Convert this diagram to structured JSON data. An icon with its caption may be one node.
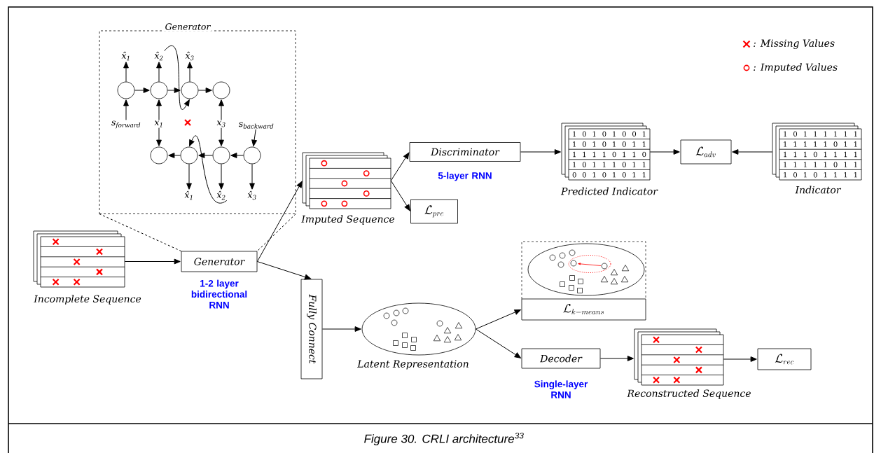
{
  "diagram": {
    "caption": "Figure 30. CRLI architecture$^{33}$",
    "nodes": [
      {
        "text": [],
        "shape": "box",
        "beside": [
          "Incomplete Sequence"
        ]
      },
      {
        "text": [
          "Generator"
        ],
        "beside": [
          "1-2 layer bidirectional RNN"
        ]
      },
      {
        "text": [],
        "shape": "box",
        "beside": [
          "Imputed Sequence"
        ]
      },
      {
        "text": [
          "Discriminator"
        ],
        "beside": [
          "5-layer RNN"
        ]
      },
      {
        "text": [
          "\\mathcal{L}_{pre}"
        ]
      },
      {
        "text": [
          "1 0 1 0 1 0 0 1",
          "1 0 1 0 1 0 1 1",
          "1 1 1 1 0 1 1 0",
          "1 0 1 1 1 0 1 1",
          "0 0 1 0 1 0 1 1"
        ],
        "beside": [
          "Predicted Indicator"
        ]
      },
      {
        "text": [
          "\\mathcal{L}_{adv}"
        ]
      },
      {
        "text": [
          "1 0 1 1 1 1 1 1",
          "1 1 1 1 1 0 1 1",
          "1 1 1 0 1 1 1 1",
          "1 1 1 1 1 0 1 1",
          "1 0 1 0 1 1 1 1"
        ],
        "beside": [
          "Indicator"
        ]
      },
      {
        "text": [
          "Fully Connect"
        ]
      },
      {
        "text": [],
        "shape": "ellipse",
        "beside": [
          "Latent Representation"
        ]
      },
      {
        "text": [
          "\\mathcal{L}_{k-means}"
        ]
      },
      {
        "text": [
          "Decoder"
        ],
        "beside": [
          "Single-layer RNN"
        ]
      },
      {
        "text": [],
        "shape": "box",
        "beside": [
          "Reconstructed Sequence"
        ]
      },
      {
        "text": [
          "\\mathcal{L}_{rec}"
        ]
      },
      {
        "text": [
          "Generator"
        ]
      },
      {
        "text": [],
        "shape": "circle",
        "in": 14
      },
      {
        "text": [],
        "shape": "circle",
        "in": 14
      },
      {
        "text": [],
        "shape": "circle",
        "in": 14
      },
      {
        "text": [],
        "shape": "circle",
        "in": 14
      },
      {
        "text": [],
        "shape": "circle",
        "in": 14
      },
      {
        "text": [],
        "shape": "circle",
        "in": 14
      },
      {
        "text": [],
        "shape": "circle",
        "in": 14
      },
      {
        "text": [],
        "shape": "circle",
        "in": 14
      },
      {
        "text": [
          "x̂$_{1}$"
        ],
        "in": 14
      },
      {
        "text": [
          "x̂$_{2}$"
        ],
        "in": 14
      },
      {
        "text": [
          "x̂$_{3}$"
        ],
        "in": 14
      },
      {
        "text": [
          "s$_{forward}$"
        ],
        "in": 14
      },
      {
        "text": [
          "x$_{1}$"
        ],
        "in": 14
      },
      {
        "text": [
          "x$_{3}$"
        ],
        "in": 14
      },
      {
        "text": [
          "s$_{backward}$"
        ],
        "in": 14
      },
      {
        "text": [
          "x̂$_{1}$"
        ],
        "in": 14
      },
      {
        "text": [
          "x̂$_{2}$"
        ],
        "in": 14
      },
      {
        "text": [
          "x̂$_{3}$"
        ],
        "in": 14
      }
    ],
    "edges": [
      {
        "from": 0,
        "to": 1,
        "arrow": "to"
      },
      {
        "from": 1,
        "to": 2,
        "arrow": "to"
      },
      {
        "from": 1,
        "to": 8,
        "arrow": "to"
      },
      {
        "from": 2,
        "to": 3,
        "arrow": "to"
      },
      {
        "from": 2,
        "to": 4,
        "arrow": "to"
      },
      {
        "from": 3,
        "to": 5,
        "arrow": "to"
      },
      {
        "from": 5,
        "to": 6,
        "arrow": "to"
      },
      {
        "from": 7,
        "to": 6,
        "arrow": "to"
      },
      {
        "from": 8,
        "to": 9,
        "arrow": "to"
      },
      {
        "from": 9,
        "to": 10,
        "arrow": "to"
      },
      {
        "from": 9,
        "to": 11,
        "arrow": "to"
      },
      {
        "from": 11,
        "to": 12,
        "arrow": "to"
      },
      {
        "from": 12,
        "to": 13,
        "arrow": "to"
      },
      {
        "from": 14,
        "to": 1,
        "arrow": "none",
        "style": "dashed"
      },
      {
        "from": 14,
        "to": 1,
        "arrow": "none",
        "style": "dashed"
      },
      {
        "from": 15,
        "to": 16,
        "arrow": "to"
      },
      {
        "from": 16,
        "to": 17,
        "arrow": "to"
      },
      {
        "from": 17,
        "to": 18,
        "arrow": "to"
      },
      {
        "from": 22,
        "to": 21,
        "arrow": "to"
      },
      {
        "from": 21,
        "to": 20,
        "arrow": "to"
      },
      {
        "from": 20,
        "to": 19,
        "arrow": "to"
      },
      {
        "from": 15,
        "to": 23,
        "arrow": "to"
      },
      {
        "from": 16,
        "to": 24,
        "arrow": "to"
      },
      {
        "from": 17,
        "to": 25,
        "arrow": "to"
      },
      {
        "from": 26,
        "to": 15,
        "arrow": "to"
      },
      {
        "from": 27,
        "to": 16,
        "arrow": "to"
      },
      {
        "from": 28,
        "to": 18,
        "arrow": "to"
      },
      {
        "from": 27,
        "to": 19,
        "arrow": "to"
      },
      {
        "from": 28,
        "to": 21,
        "arrow": "to"
      },
      {
        "from": 29,
        "to": 22,
        "arrow": "to"
      },
      {
        "from": 20,
        "to": 30,
        "arrow": "to"
      },
      {
        "from": 21,
        "to": 31,
        "arrow": "to"
      },
      {
        "from": 22,
        "to": 32,
        "arrow": "to"
      },
      {
        "from": 24,
        "to": 17,
        "arrow": "to"
      },
      {
        "from": 31,
        "to": 20,
        "arrow": "to"
      }
    ],
    "legend": [
      {
        "text": ": Missing Values"
      },
      {
        "text": ": Imputed Values"
      }
    ]
  }
}
